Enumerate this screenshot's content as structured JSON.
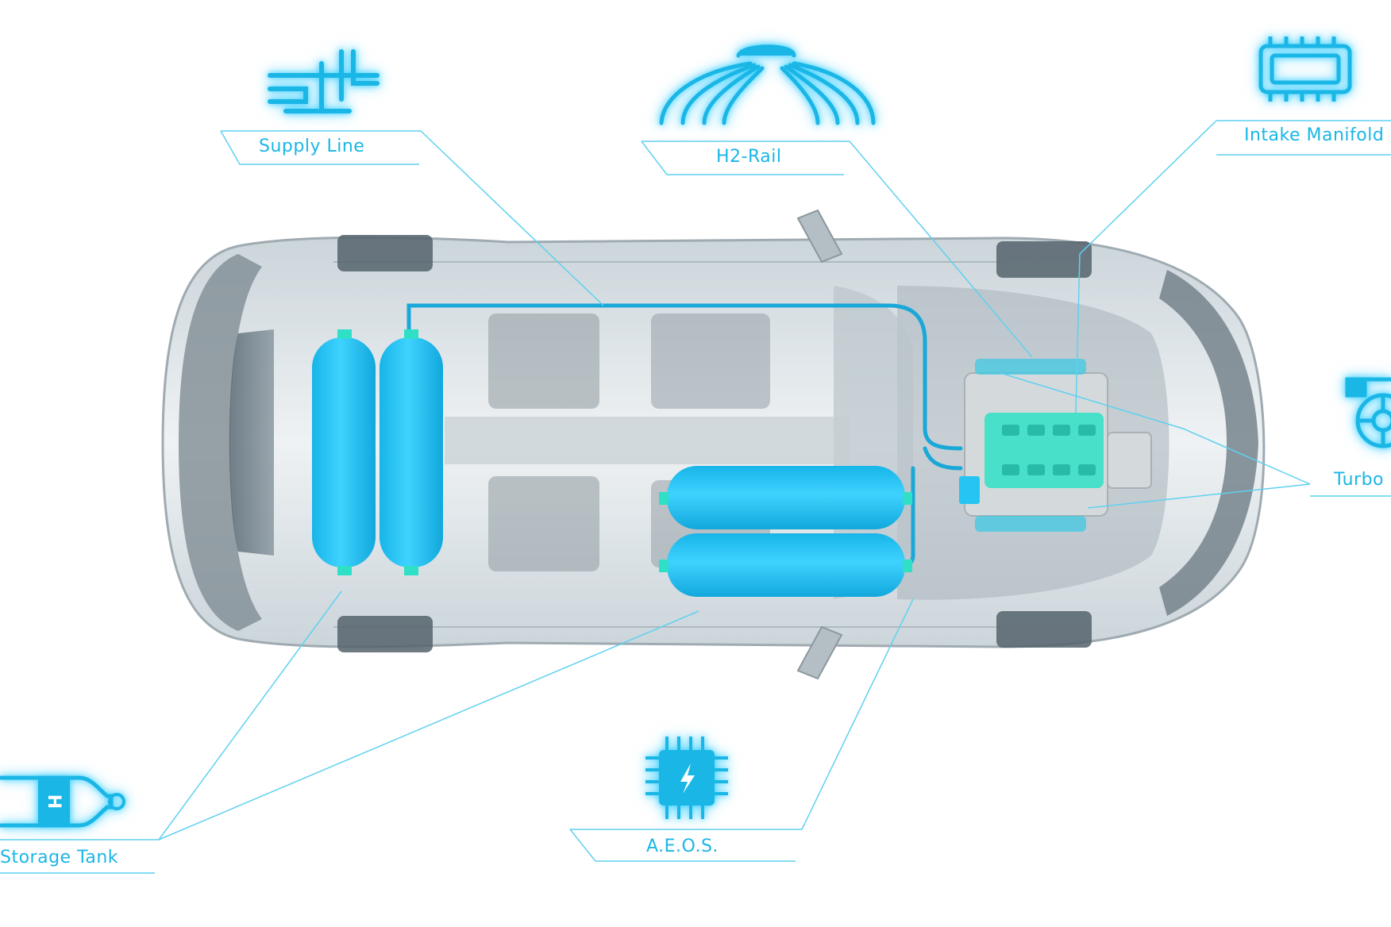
{
  "labels": {
    "supply_line": "Supply Line",
    "h2_rail": "H2-Rail",
    "intake_manifold": "Intake Manifold",
    "turbo": "Turbo",
    "storage_tank": "Storage Tank",
    "aeos": "A.E.O.S.",
    "h2_symbol": "H"
  },
  "colors": {
    "accent": "#1ab6e6",
    "tank": "#26c4f2",
    "engine_teal": "#2fe0c6",
    "car_body": "#dfe6ea",
    "car_shadow": "#9aa6ad"
  },
  "icons": {
    "supply_line": "pipe-junction-icon",
    "h2_rail": "injector-rail-icon",
    "intake_manifold": "manifold-block-icon",
    "turbo": "turbocharger-icon",
    "storage_tank": "h2-tank-icon",
    "aeos": "chip-bolt-icon"
  }
}
